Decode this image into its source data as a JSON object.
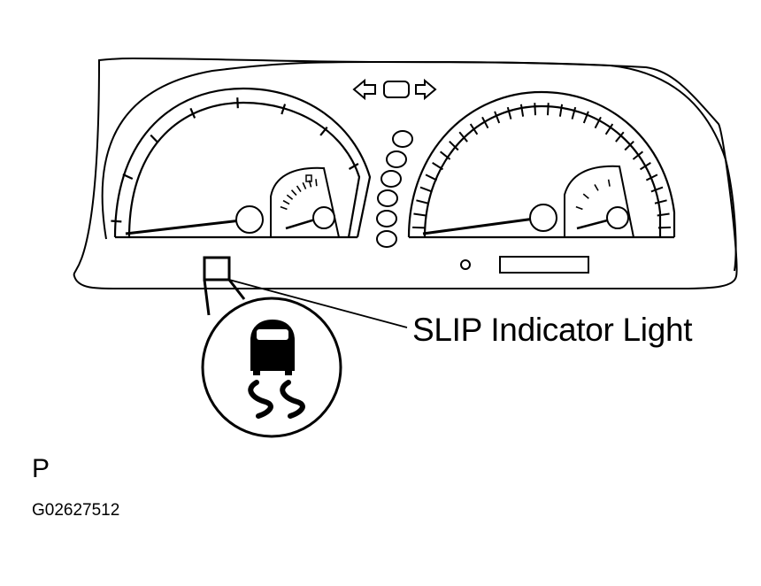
{
  "callout": {
    "label": "SLIP Indicator Light"
  },
  "view_letter": "P",
  "figure_code": "G02627512",
  "icons": {
    "turn_left": "left-arrow-icon",
    "turn_right": "right-arrow-icon",
    "slip_indicator": "slip-indicator-icon"
  },
  "colors": {
    "line": "#000000",
    "background": "#ffffff"
  }
}
